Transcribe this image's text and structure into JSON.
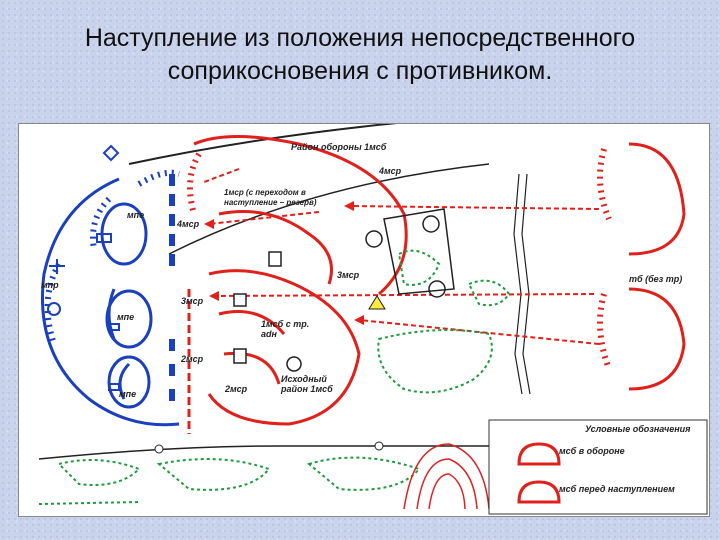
{
  "title": {
    "line1": "Наступление из положения непосредственного",
    "line2": "соприкосновения с противником."
  },
  "labels": {
    "defense_area": "Район обороны 1мсб",
    "msr4_top": "4мср",
    "msr1_reserve": "1мср (с переходом в наступление – резерв)",
    "msr4_left": "4мср",
    "mpe_top": "мпе",
    "mpr": "мпр",
    "msr3_right": "3мср",
    "msr3_left": "3мср",
    "mpe_mid": "мпе",
    "msb1_tr": "1мсб с тр. adн",
    "msr2_a": "2мср",
    "mpe_bottom": "мпе",
    "msr2_b": "2мср",
    "fire_area": "Исходный район 1мсб",
    "tb": "тб (без тр)"
  },
  "legend": {
    "title": "Условные обозначения",
    "item1": "мсб в обороне",
    "item2": "мсб перед наступлением"
  },
  "colors": {
    "enemy": "#1a3fbf",
    "friendly": "#e0201b",
    "terrain": "#1e9b3c",
    "road": "#222222"
  }
}
